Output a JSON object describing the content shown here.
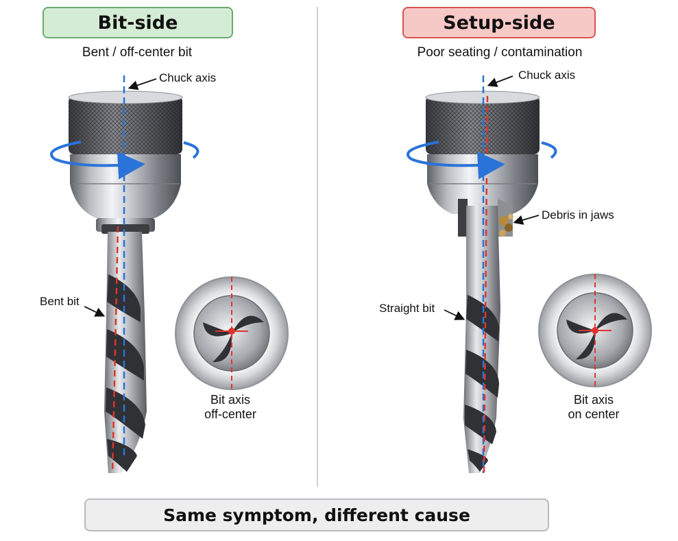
{
  "left": {
    "title": "Bit-side",
    "subtitle": "Bent / off-center bit",
    "chuck_label": "Chuck axis",
    "bit_label": "Bent bit",
    "inset_label_line1": "Bit axis",
    "inset_label_line2": "off-center",
    "title_bg": "#d4ecd4",
    "title_border": "#6aaa6f"
  },
  "right": {
    "title": "Setup-side",
    "subtitle": "Poor seating / contamination",
    "chuck_label": "Chuck axis",
    "debris_label": "Debris in jaws",
    "bit_label": "Straight bit",
    "inset_label_line1": "Bit axis",
    "inset_label_line2": "on center",
    "title_bg": "#f7c9c6",
    "title_border": "#d9534f"
  },
  "footer": {
    "text": "Same symptom, different cause"
  },
  "colors": {
    "chuck_axis": "#2a73d8",
    "bit_axis": "#e0342f",
    "rotation_arrow": "#2a73d8"
  }
}
